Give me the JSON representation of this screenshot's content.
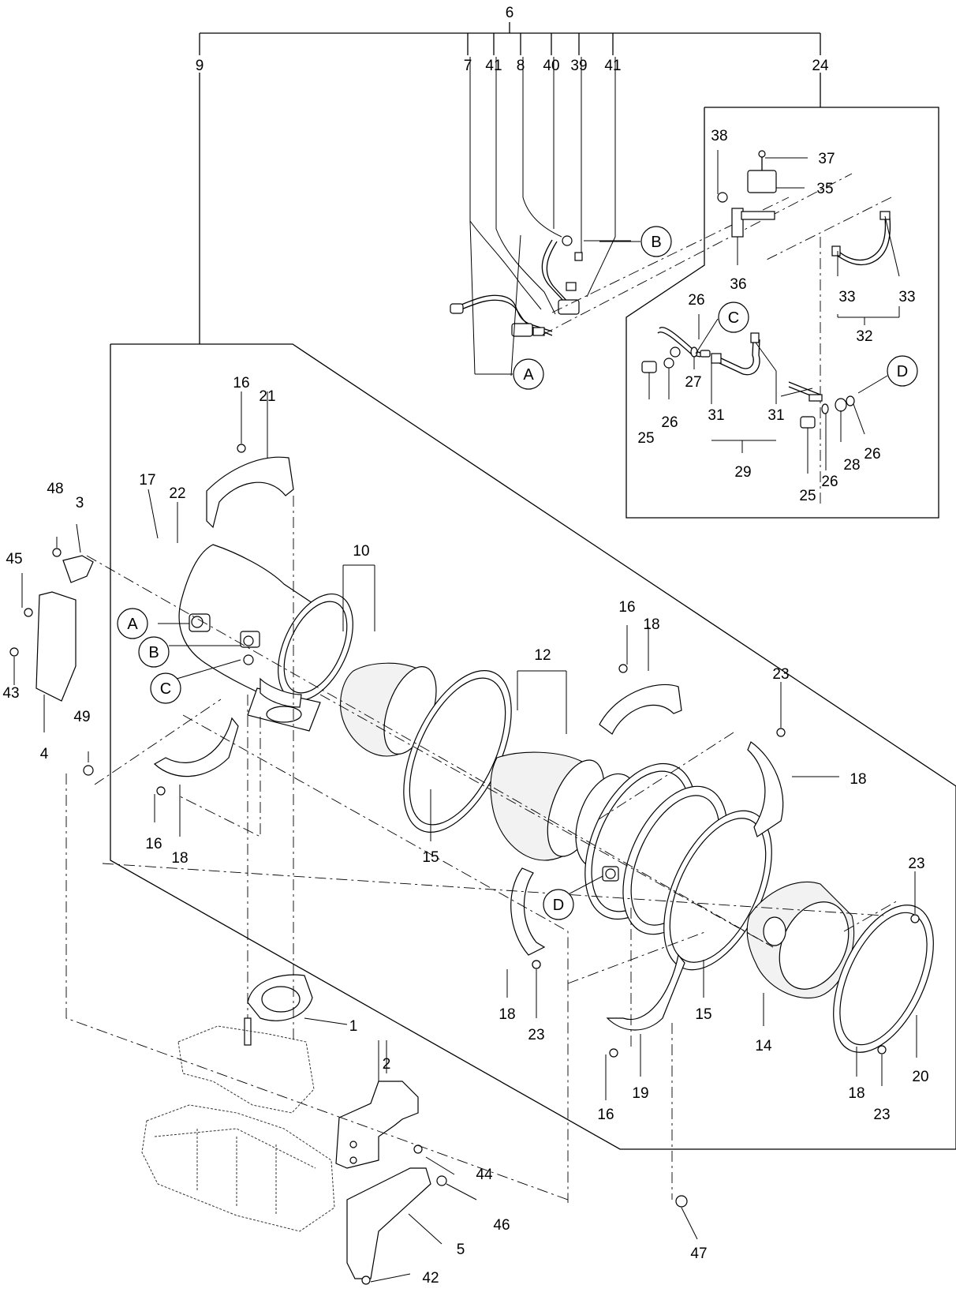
{
  "labels": {
    "n6": "6",
    "n9": "9",
    "n7": "7",
    "n41a": "41",
    "n8": "8",
    "n40": "40",
    "n39": "39",
    "n41b": "41",
    "n24": "24",
    "n38": "38",
    "n37": "37",
    "n35": "35",
    "n36": "36",
    "n33a": "33",
    "n33b": "33",
    "n32": "32",
    "n26a": "26",
    "n25a": "25",
    "n26b": "26",
    "n27": "27",
    "n31a": "31",
    "n31b": "31",
    "n29": "29",
    "n25b": "25",
    "n26c": "26",
    "n28": "28",
    "n26d": "26",
    "n16a": "16",
    "n21": "21",
    "n17": "17",
    "n22": "22",
    "n48": "48",
    "n3": "3",
    "n45": "45",
    "n43": "43",
    "n4": "4",
    "n49": "49",
    "n10": "10",
    "n16b": "16",
    "n18a": "18",
    "n12": "12",
    "n23a": "23",
    "n18b": "18",
    "n15a": "15",
    "n16c": "16",
    "n18c": "18",
    "n23b": "23",
    "n18d": "18",
    "n23c": "23",
    "n15b": "15",
    "n14": "14",
    "n20": "20",
    "n16d": "16",
    "n19": "19",
    "n18e": "18",
    "n23d": "23",
    "n1": "1",
    "n2": "2",
    "n44": "44",
    "n46": "46",
    "n5": "5",
    "n47": "47",
    "n42": "42"
  },
  "callouts": {
    "a1": "A",
    "a2": "A",
    "b1": "B",
    "b2": "B",
    "c1": "C",
    "c2": "C",
    "d1": "D",
    "d2": "D"
  }
}
